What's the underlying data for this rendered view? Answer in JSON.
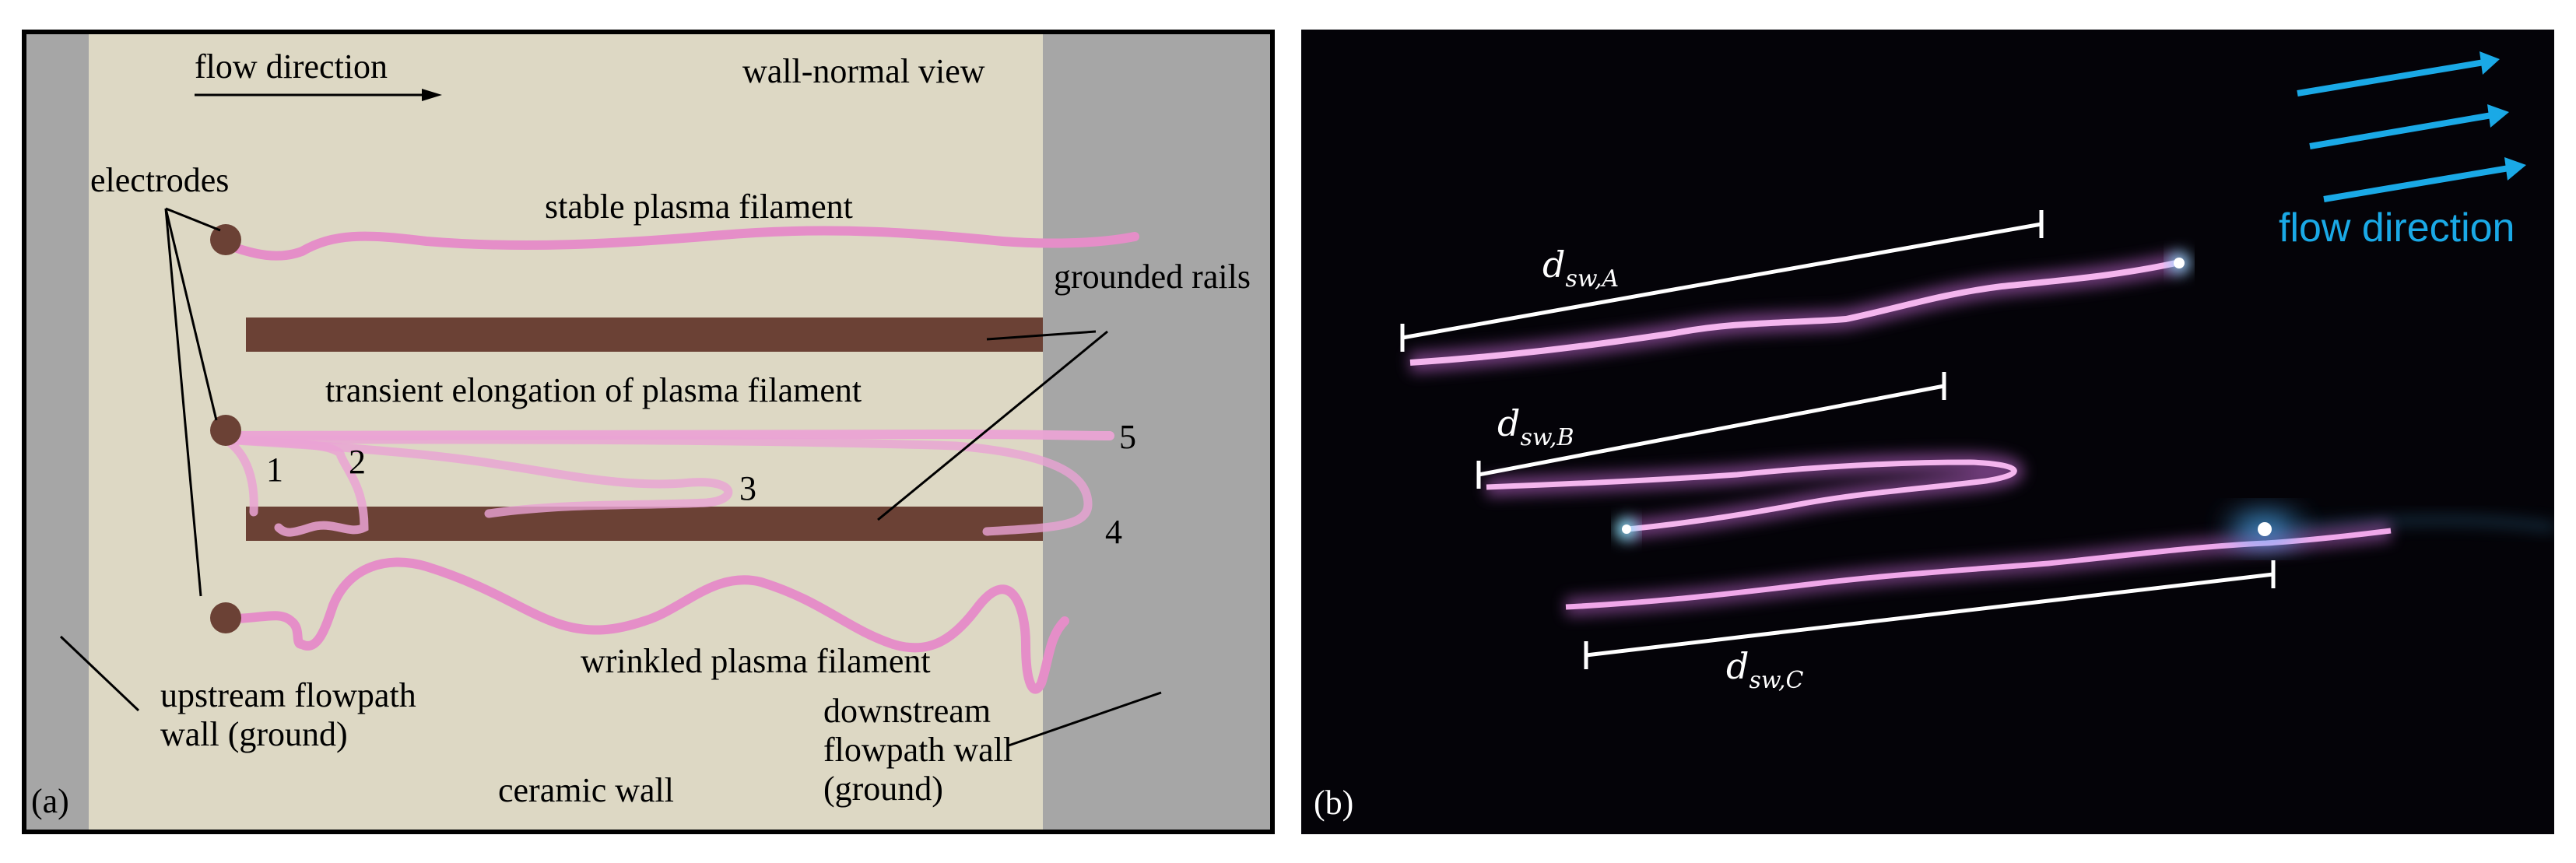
{
  "panel_a": {
    "tag": "(a)",
    "flow_direction": "flow direction",
    "view": "wall-normal view",
    "electrodes": "electrodes",
    "stable": "stable plasma filament",
    "grounded_rails": "grounded rails",
    "transient": "transient elongation of plasma filament",
    "wrinkled": "wrinkled plasma filament",
    "upstream_line1": "upstream flowpath",
    "upstream_line2": "wall (ground)",
    "downstream_line1": "downstream",
    "downstream_line2": "flowpath wall",
    "downstream_line3": "(ground)",
    "ceramic": "ceramic wall",
    "n1": "1",
    "n2": "2",
    "n3": "3",
    "n4": "4",
    "n5": "5",
    "colors": {
      "wall": "#a6a6a6",
      "ceramic": "#ddd8c4",
      "rail": "#6b4135",
      "filament": "#e58ec8",
      "electrode": "#6b4135"
    }
  },
  "panel_b": {
    "tag": "(b)",
    "flow_direction": "flow direction",
    "dA_main": "d",
    "dA_sub": "sw,A",
    "dB_main": "d",
    "dB_sub": "sw,B",
    "dC_main": "d",
    "dC_sub": "sw,C",
    "colors": {
      "background": "#040308",
      "arrow": "#1aa9e6",
      "plasma": "#f4b6ee",
      "glow": "#c66bd6"
    }
  }
}
